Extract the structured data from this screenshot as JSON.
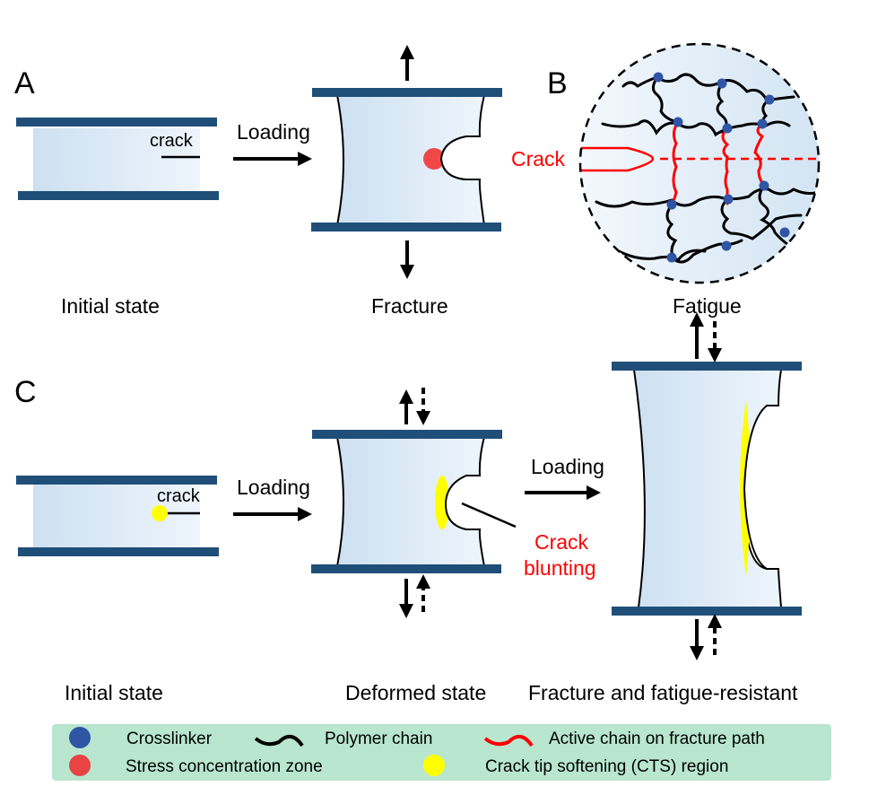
{
  "panels": {
    "A": {
      "letter": "A",
      "crack_label": "crack",
      "arrow_label": "Loading",
      "caption_initial": "Initial state",
      "caption_fracture": "Fracture"
    },
    "B": {
      "letter": "B",
      "crack_label": "Crack",
      "caption": "Fatigue"
    },
    "C": {
      "letter": "C",
      "crack_label": "crack",
      "arrow_label_1": "Loading",
      "arrow_label_2": "Loading",
      "blunting_line1": "Crack",
      "blunting_line2": "blunting",
      "caption_initial": "Initial state",
      "caption_deformed": "Deformed state",
      "caption_resistant": "Fracture and fatigue-resistant"
    }
  },
  "legend": {
    "items": [
      {
        "label": "Crosslinker",
        "icon": "blue-dot-icon",
        "color": "#2f55a4"
      },
      {
        "label": "Polymer chain",
        "icon": "black-wave-icon",
        "color": "#000000"
      },
      {
        "label": "Active chain on fracture path",
        "icon": "red-wave-icon",
        "color": "#ff0000"
      },
      {
        "label": "Stress concentration zone",
        "icon": "red-dot-icon",
        "color": "#e84444"
      },
      {
        "label": "Crack tip softening (CTS) region",
        "icon": "yellow-dot-icon",
        "color": "#ffff00"
      }
    ],
    "background": "#b8e6cf"
  },
  "colors": {
    "plate": "#1f4e79",
    "crack_red": "#ff0000",
    "cts_yellow": "#ffff00",
    "stress_red": "#f04848"
  }
}
